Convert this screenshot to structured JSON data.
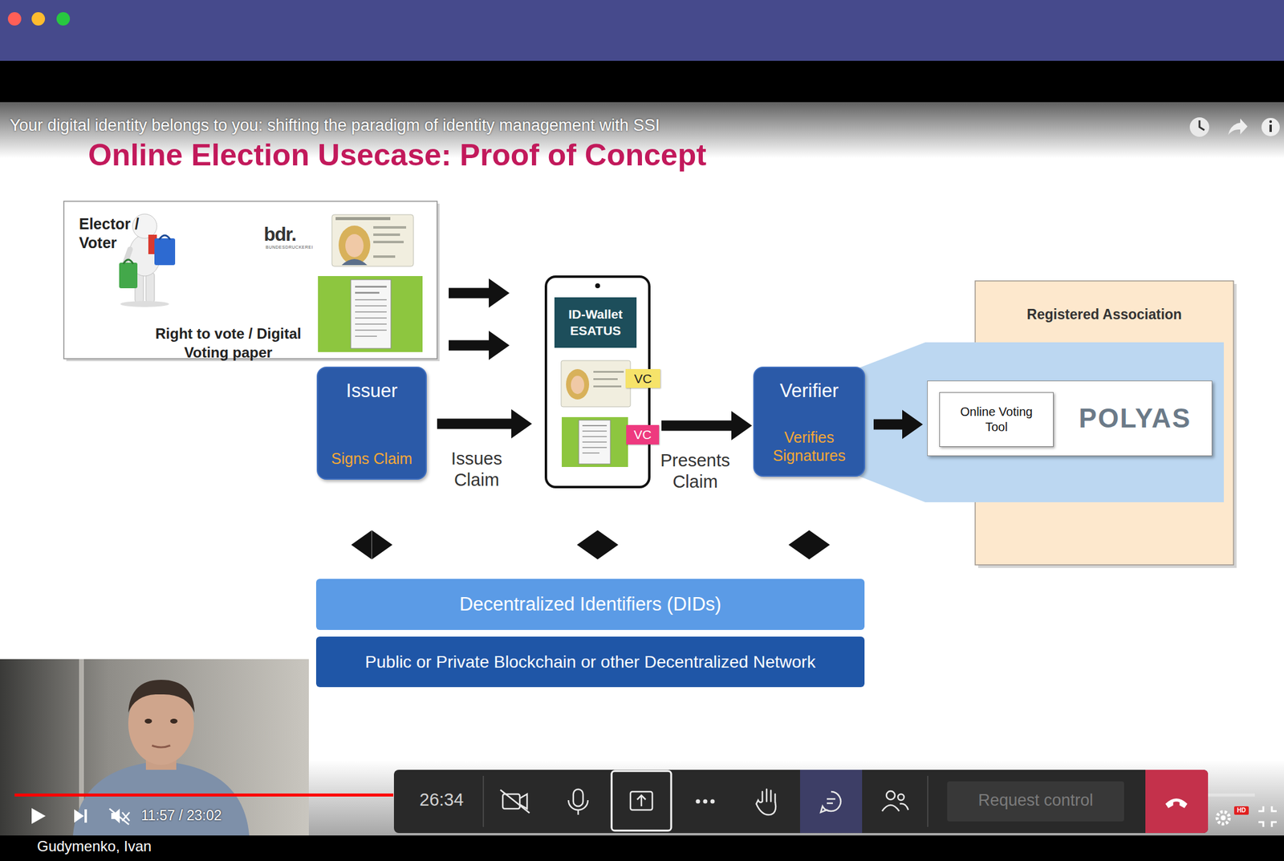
{
  "diagram": {
    "title": "Online Election Usecase: Proof of Concept",
    "nodes": [
      {
        "text": [
          "Elector / Voter",
          "Right to vote / Digital Voting paper"
        ]
      },
      {
        "text": [
          "Issuer",
          "Signs Claim"
        ]
      },
      {
        "text": [
          "ID-Wallet ESATUS"
        ]
      },
      {
        "text": [
          "VC"
        ],
        "in": 2
      },
      {
        "text": [
          "VC"
        ],
        "in": 2
      },
      {
        "text": [
          "Verifier",
          "Verifies Signatures"
        ]
      },
      {
        "text": [
          "Registered Association"
        ]
      },
      {
        "text": [
          "POLYAS"
        ],
        "in": 6
      },
      {
        "text": [
          "Online Voting Tool"
        ],
        "in": 7
      },
      {
        "text": [
          "Decentralized Identifiers (DIDs)"
        ]
      },
      {
        "text": [
          "Public or Private Blockchain or other Decentralized Network"
        ]
      }
    ],
    "edges": [
      {
        "from": 0,
        "to": 2,
        "arrow": "to"
      },
      {
        "from": 0,
        "to": 2,
        "arrow": "to"
      },
      {
        "from": 1,
        "to": 2,
        "label": "Issues Claim",
        "arrow": "to"
      },
      {
        "from": 2,
        "to": 5,
        "label": "Presents Claim",
        "arrow": "to"
      },
      {
        "from": 5,
        "to": 7,
        "arrow": "to"
      },
      {
        "from": 1,
        "to": 9,
        "arrow": "both"
      },
      {
        "from": 2,
        "to": 9,
        "arrow": "both"
      },
      {
        "from": 5,
        "to": 9,
        "arrow": "both"
      }
    ],
    "labels": [
      "Your digital identity belongs to you: shifting the paradigm of identity management with SSI",
      "bdr.",
      "BUNDESDRUCKEREI",
      "11:57 / 23:02",
      "26:34",
      "Request control",
      "HD",
      "Gudymenko, Ivan"
    ]
  }
}
